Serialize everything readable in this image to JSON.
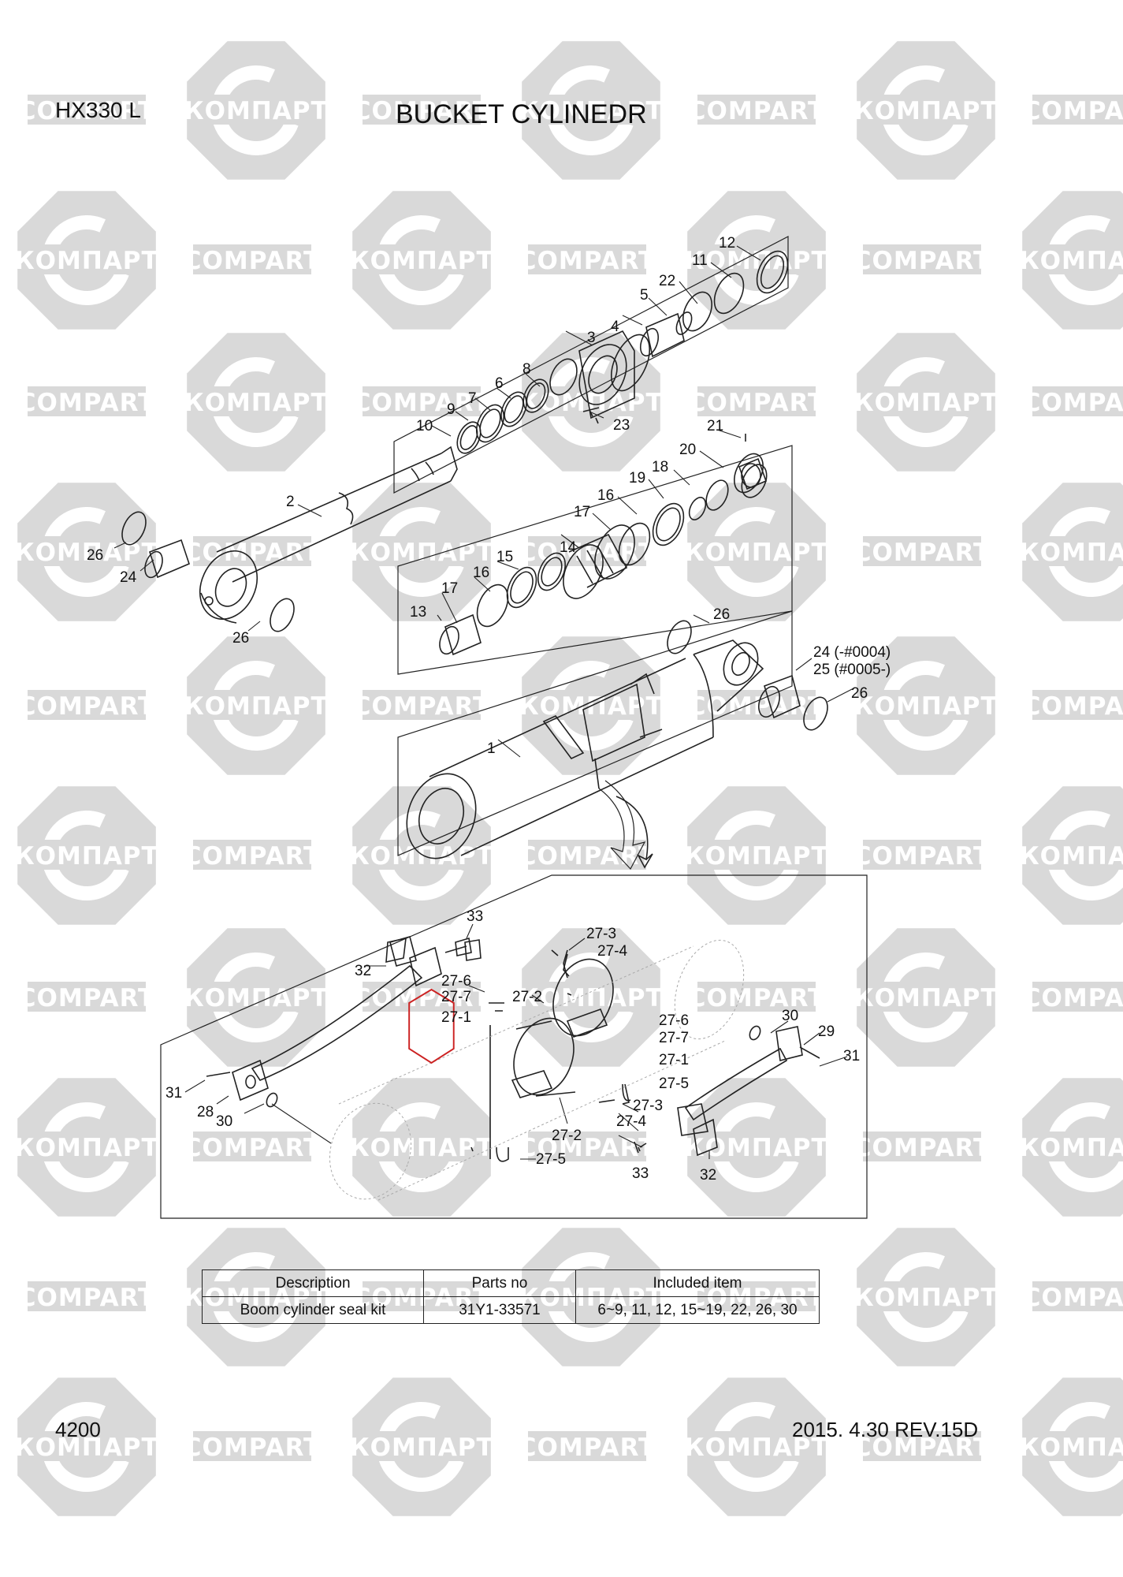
{
  "header": {
    "model": "HX330 L",
    "title": "BUCKET CYLINEDR"
  },
  "footer": {
    "page_number": "4200",
    "date_revision": "2015. 4.30  REV.15D"
  },
  "watermark": {
    "text_cyrillic": "КОМПАРТ",
    "text_latin": "COMPART",
    "color": "#d9d9d9"
  },
  "highlight_color": "#cc2222",
  "callouts": [
    "12",
    "11",
    "22",
    "5",
    "4",
    "3",
    "8",
    "6",
    "7",
    "9",
    "10",
    "23",
    "21",
    "20",
    "18",
    "19",
    "16",
    "17",
    "14",
    "15",
    "16",
    "17",
    "13",
    "2",
    "26",
    "24",
    "26",
    "26",
    "24 (-#0004)",
    "25 (#0005-)",
    "26",
    "1",
    "33",
    "27-3",
    "27-4",
    "32",
    "27-6",
    "27-7",
    "27-1",
    "27-2",
    "30",
    "29",
    "31",
    "27-6",
    "27-7",
    "27-1",
    "27-5",
    "31",
    "28",
    "30",
    "27-3",
    "27-4",
    "27-2",
    "33",
    "32",
    "27-5"
  ],
  "kit_table": {
    "headers": [
      "Description",
      "Parts no",
      "Included item"
    ],
    "rows": [
      [
        "Boom cylinder seal kit",
        "31Y1-33571",
        "6~9, 11, 12, 15~19, 22, 26, 30"
      ]
    ]
  }
}
